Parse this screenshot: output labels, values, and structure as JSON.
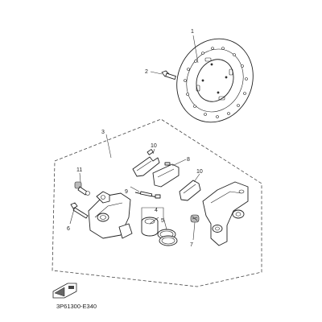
{
  "callouts": {
    "c1": "1",
    "c2": "2",
    "c3": "3",
    "c4": "4",
    "c5": "5",
    "c6": "6",
    "c7": "7",
    "c8": "8",
    "c9": "9",
    "c10a": "10",
    "c10b": "10",
    "c11": "11"
  },
  "diagram_code": "3P61300-E340",
  "icons": {
    "front_marker": "front-arrow-icon"
  }
}
